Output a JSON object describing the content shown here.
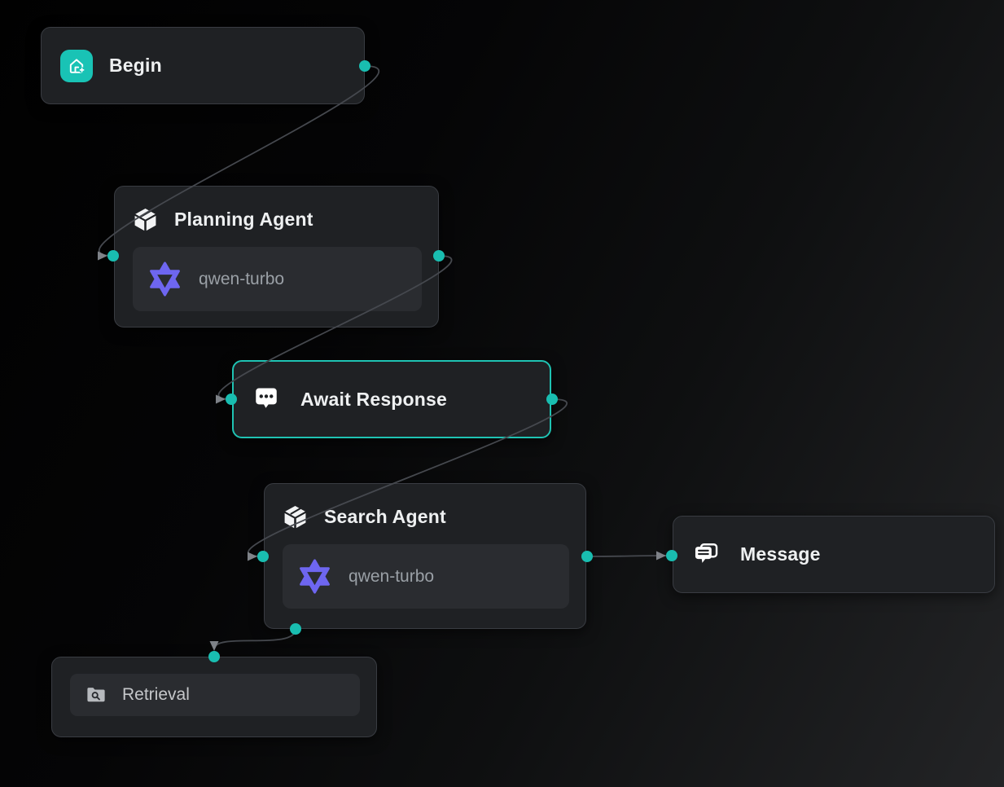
{
  "nodes": {
    "begin": {
      "title": "Begin",
      "icon": "home-plus-icon"
    },
    "planning_agent": {
      "title": "Planning Agent",
      "icon": "cube-icon",
      "model": {
        "label": "qwen-turbo",
        "icon": "qwen-logo-icon"
      }
    },
    "await_response": {
      "title": "Await Response",
      "icon": "chat-dots-icon",
      "selected": true
    },
    "search_agent": {
      "title": "Search Agent",
      "icon": "cube-icon",
      "model": {
        "label": "qwen-turbo",
        "icon": "qwen-logo-icon"
      }
    },
    "message": {
      "title": "Message",
      "icon": "messages-icon"
    },
    "retrieval": {
      "title": "Retrieval",
      "icon": "folder-search-icon"
    }
  },
  "edges": [
    {
      "from": "begin",
      "to": "planning_agent"
    },
    {
      "from": "planning_agent",
      "to": "await_response"
    },
    {
      "from": "await_response",
      "to": "search_agent"
    },
    {
      "from": "search_agent",
      "to": "message"
    },
    {
      "from": "search_agent",
      "to": "retrieval"
    }
  ],
  "colors": {
    "accent_teal": "#1fc3b3",
    "port_teal": "#19bdb0",
    "begin_icon_teal": "#19c3b5",
    "edge_gray": "#45484e",
    "arrow_gray": "#7e8288",
    "node_bg": "#1f2124",
    "subcard_bg": "#2a2c30",
    "qwen_purple": "#6e66f0",
    "title_text": "#eef0f1",
    "model_text": "#9aa0a6"
  }
}
